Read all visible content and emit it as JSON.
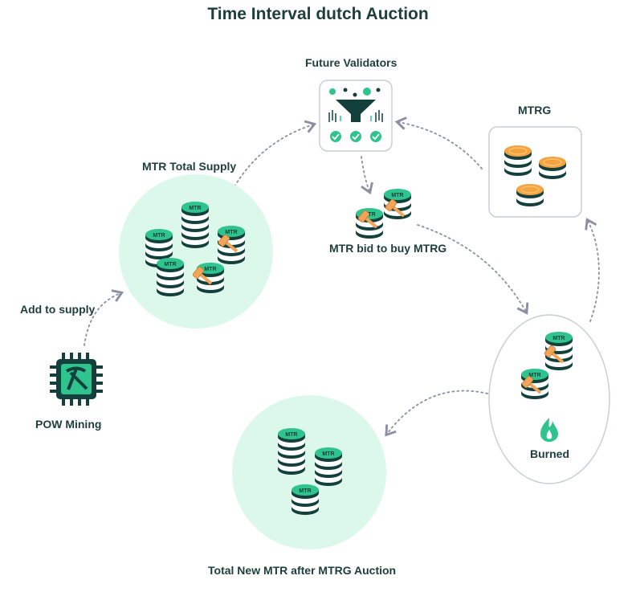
{
  "title": "Time Interval dutch Auction",
  "labels": {
    "future_validators": "Future Validators",
    "mtrg": "MTRG",
    "mtr_total_supply": "MTR Total Supply",
    "mtr_bid": "MTR bid to buy MTRG",
    "add_to_supply": "Add to supply",
    "pow_mining": "POW Mining",
    "burned": "Burned",
    "total_new_mtr": "Total New MTR after MTRG Auction"
  },
  "colors": {
    "text": "#1d3e3a",
    "coin_green": "#2fc48d",
    "coin_dark": "#13403c",
    "coin_orange": "#f4a340",
    "circle_fill": "#dcf8ea",
    "arrow": "#8a8fa3",
    "hammer": "#f1a55a"
  },
  "icons": [
    "funnel-icon",
    "check-icon",
    "microchip-pickaxe-icon",
    "flame-icon",
    "coin-stack-icon",
    "gavel-icon"
  ]
}
